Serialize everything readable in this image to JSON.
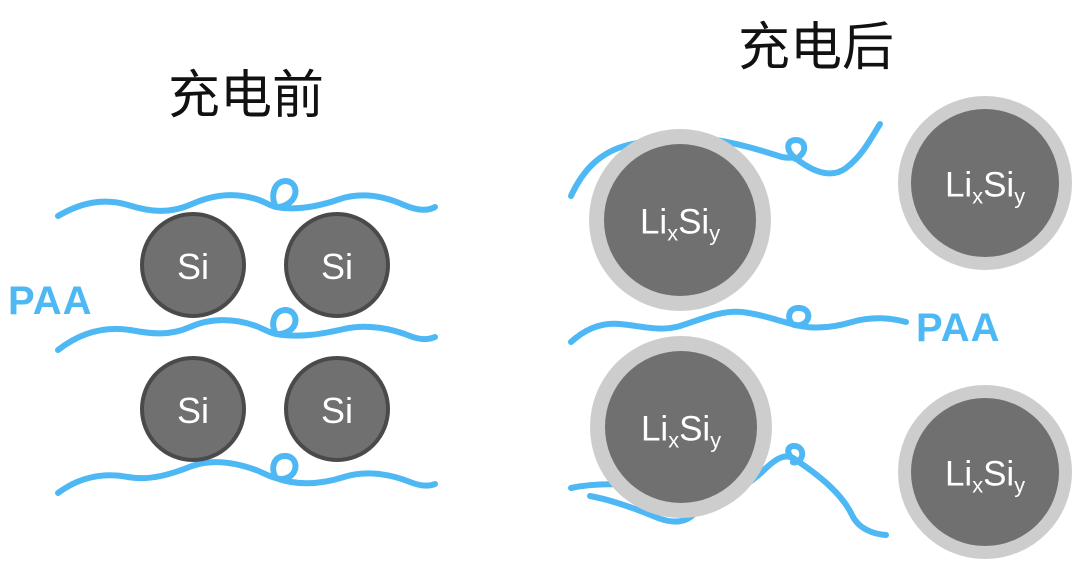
{
  "titles": {
    "before": "充电前",
    "after": "充电后"
  },
  "binder_label_left": "PAA",
  "binder_label_right": "PAA",
  "particles_before": {
    "label": "Si",
    "count": 4
  },
  "particles_after": {
    "label": {
      "base1": "Li",
      "sub1": "x",
      "base2": "Si",
      "sub2": "y"
    },
    "count": 4
  },
  "colors": {
    "polymer": "#4db8f4",
    "particle_fill": "#707070",
    "particle_edge_before": "#4a4a4a",
    "shell_after": "#cdcdcd",
    "title_text": "#111111",
    "particle_text": "#ffffff"
  }
}
